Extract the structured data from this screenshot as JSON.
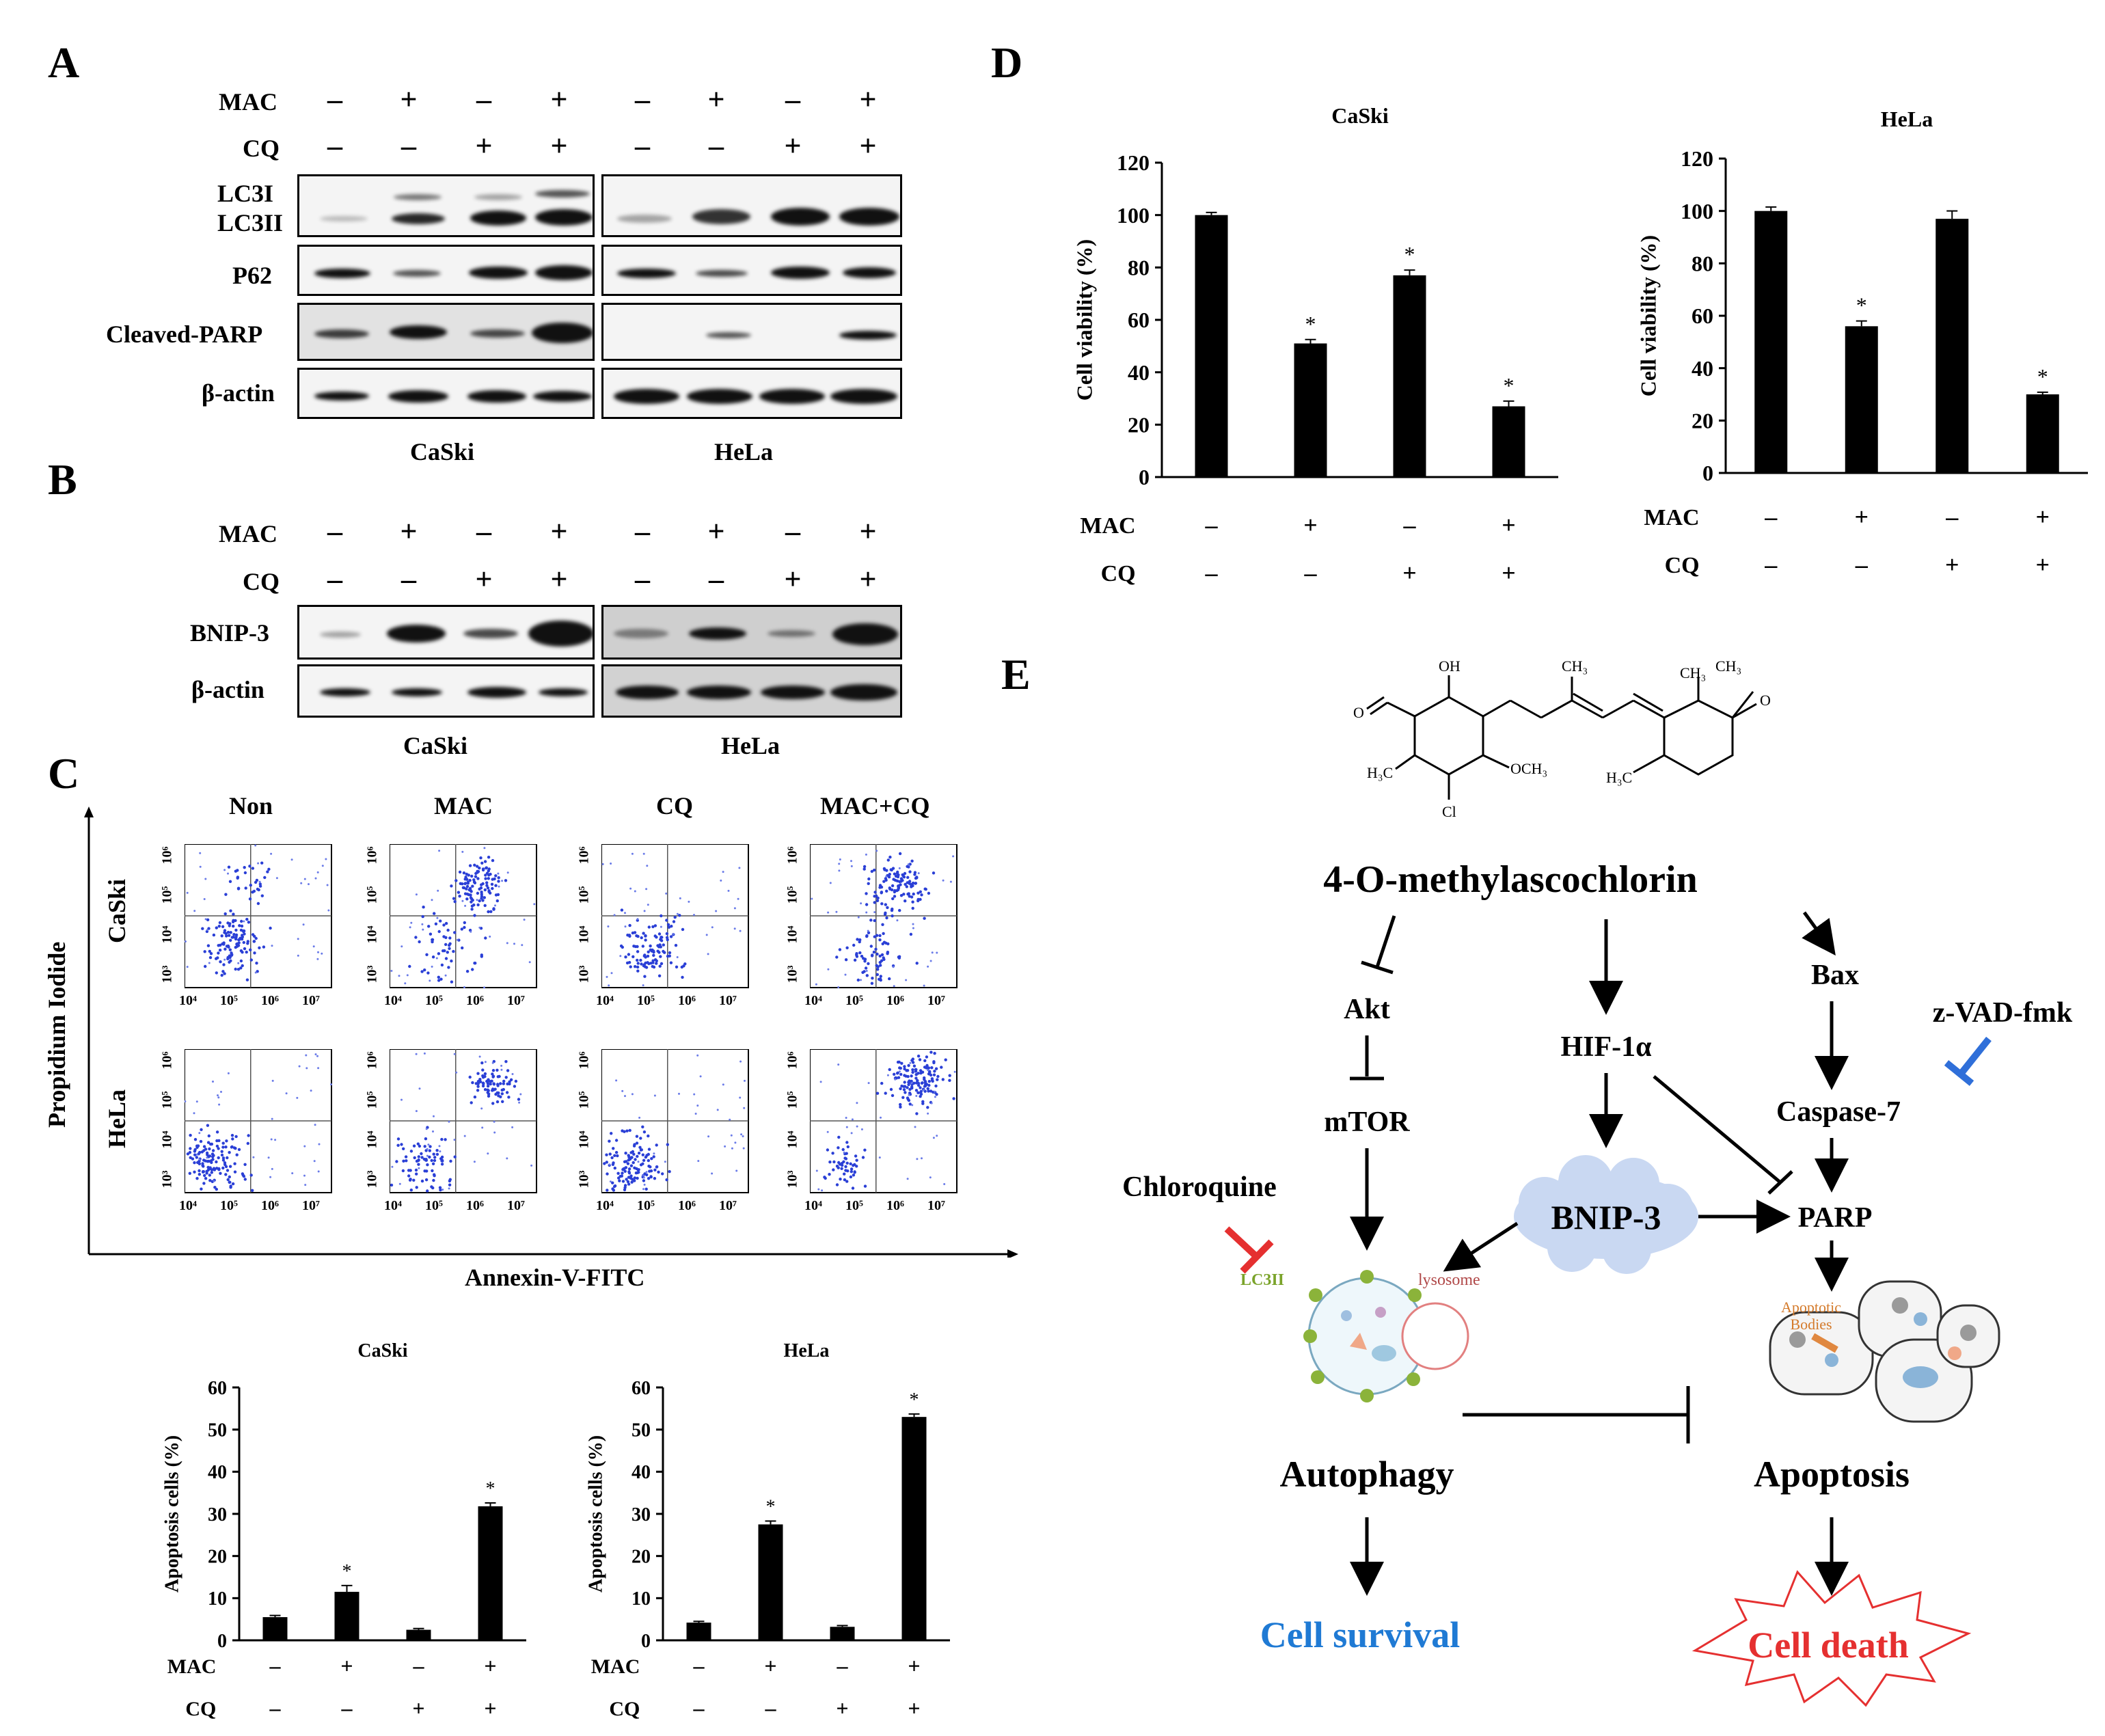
{
  "panels": {
    "A": "A",
    "B": "B",
    "C": "C",
    "D": "D",
    "E": "E"
  },
  "panelA": {
    "mac_label": "MAC",
    "cq_label": "CQ",
    "mac": [
      "–",
      "+",
      "–",
      "+",
      "–",
      "+",
      "–",
      "+"
    ],
    "cq": [
      "–",
      "–",
      "+",
      "+",
      "–",
      "–",
      "+",
      "+"
    ],
    "rows": [
      "LC3I",
      "LC3II",
      "P62",
      "Cleaved-PARP",
      "β-actin"
    ],
    "cells": [
      "CaSki",
      "HeLa"
    ]
  },
  "panelB": {
    "mac_label": "MAC",
    "cq_label": "CQ",
    "mac": [
      "–",
      "+",
      "–",
      "+",
      "–",
      "+",
      "–",
      "+"
    ],
    "cq": [
      "–",
      "–",
      "+",
      "+",
      "–",
      "–",
      "+",
      "+"
    ],
    "rows": [
      "BNIP-3",
      "β-actin"
    ],
    "cells": [
      "CaSki",
      "HeLa"
    ]
  },
  "panelC": {
    "columns": [
      "Non",
      "MAC",
      "CQ",
      "MAC+CQ"
    ],
    "rows": [
      "CaSki",
      "HeLa"
    ],
    "y_axis": "Propidium Iodide",
    "x_axis": "Annexin-V-FITC",
    "xticks": [
      "10⁴",
      "10⁵",
      "10⁶",
      "10⁷"
    ],
    "yticks": [
      "10⁶",
      "10⁵",
      "10⁴",
      "10³"
    ]
  },
  "chart_data": [
    {
      "type": "bar",
      "title": "CaSki",
      "ylabel": "Apoptosis cells (%)",
      "ylim": [
        0,
        60
      ],
      "yticks": [
        0,
        10,
        20,
        30,
        40,
        50,
        60
      ],
      "values": [
        5.5,
        11.5,
        2.5,
        31.8
      ],
      "errors": [
        0.4,
        1.5,
        0.3,
        0.8
      ],
      "significant": [
        false,
        true,
        false,
        true
      ],
      "MAC": [
        "–",
        "+",
        "–",
        "+"
      ],
      "CQ": [
        "–",
        "–",
        "+",
        "+"
      ]
    },
    {
      "type": "bar",
      "title": "HeLa",
      "ylabel": "Apoptosis cells (%)",
      "ylim": [
        0,
        60
      ],
      "yticks": [
        0,
        10,
        20,
        30,
        40,
        50,
        60
      ],
      "values": [
        4.2,
        27.5,
        3.2,
        53
      ],
      "errors": [
        0.3,
        0.8,
        0.3,
        0.7
      ],
      "significant": [
        false,
        true,
        false,
        true
      ],
      "MAC": [
        "–",
        "+",
        "–",
        "+"
      ],
      "CQ": [
        "–",
        "–",
        "+",
        "+"
      ]
    },
    {
      "type": "bar",
      "title": "CaSki",
      "ylabel": "Cell viability (%)",
      "ylim": [
        0,
        120
      ],
      "yticks": [
        0,
        20,
        40,
        60,
        80,
        100,
        120
      ],
      "values": [
        100,
        51,
        77,
        27
      ],
      "errors": [
        1,
        1.5,
        2,
        2
      ],
      "significant": [
        false,
        true,
        true,
        true
      ],
      "MAC": [
        "–",
        "+",
        "–",
        "+"
      ],
      "CQ": [
        "–",
        "–",
        "+",
        "+"
      ]
    },
    {
      "type": "bar",
      "title": "HeLa",
      "ylabel": "Cell viability (%)",
      "ylim": [
        0,
        120
      ],
      "yticks": [
        0,
        20,
        40,
        60,
        80,
        100,
        120
      ],
      "values": [
        100,
        56,
        97,
        30
      ],
      "errors": [
        1.5,
        2,
        3,
        0.8
      ],
      "significant": [
        false,
        true,
        false,
        true
      ],
      "MAC": [
        "–",
        "+",
        "–",
        "+"
      ],
      "CQ": [
        "–",
        "–",
        "+",
        "+"
      ]
    }
  ],
  "chart_axis": {
    "mac": "MAC",
    "cq": "CQ",
    "star": "*"
  },
  "panelE": {
    "compound": "4-O-methylascochlorin",
    "akt": "Akt",
    "mtor": "mTOR",
    "hif": "HIF-1α",
    "bnip": "BNIP-3",
    "bax": "Bax",
    "zvad": "z-VAD-fmk",
    "casp": "Caspase-7",
    "parp": "PARP",
    "cq": "Chloroquine",
    "lc3": "LC3II",
    "lyso": "lysosome",
    "bodies1": "Apoptotic",
    "bodies2": "Bodies",
    "autophagy": "Autophagy",
    "apoptosis": "Apoptosis",
    "survival": "Cell survival",
    "death": "Cell death",
    "chem": {
      "oh": "OH",
      "ch3a": "CH₃",
      "ch3b": "CH₃",
      "ch3c": "CH₃",
      "o1": "O",
      "o2": "O",
      "och3": "OCH₃",
      "h3c1": "H₃C",
      "h3c2": "H₃C",
      "cl": "Cl"
    }
  }
}
